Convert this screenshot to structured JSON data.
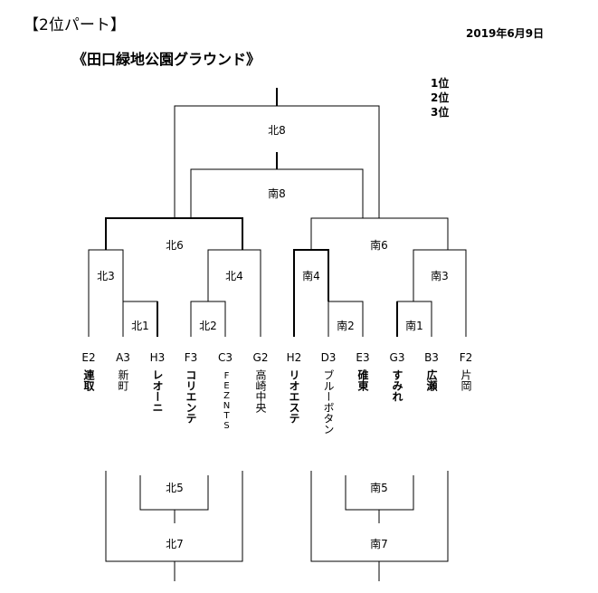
{
  "header": {
    "title": "【2位パート】",
    "date": "2019年6月9日"
  },
  "venue": "《田口緑地公園グラウンド》",
  "ranks": [
    "1位",
    "2位",
    "3位"
  ],
  "matches": {
    "kita8": "北8",
    "minami8": "南8",
    "kita6": "北6",
    "minami6": "南6",
    "kita3": "北3",
    "kita4": "北4",
    "minami4": "南4",
    "minami3": "南3",
    "kita1": "北1",
    "kita2": "北2",
    "minami2": "南2",
    "minami1": "南1",
    "kita5": "北5",
    "minami5": "南5",
    "kita7": "北7",
    "minami7": "南7"
  },
  "teams": [
    {
      "code": "E2",
      "name": "連取"
    },
    {
      "code": "A3",
      "name": "新町"
    },
    {
      "code": "H3",
      "name": "レオーニ"
    },
    {
      "code": "F3",
      "name": "コリエンテ"
    },
    {
      "code": "C3",
      "name": "FEZNTS"
    },
    {
      "code": "G2",
      "name": "高崎中央"
    },
    {
      "code": "H2",
      "name": "リオエステ"
    },
    {
      "code": "D3",
      "name": "ブルーボタン"
    },
    {
      "code": "E3",
      "name": "碓東"
    },
    {
      "code": "G3",
      "name": "すみれ"
    },
    {
      "code": "B3",
      "name": "広瀬"
    },
    {
      "code": "F2",
      "name": "片岡"
    }
  ]
}
